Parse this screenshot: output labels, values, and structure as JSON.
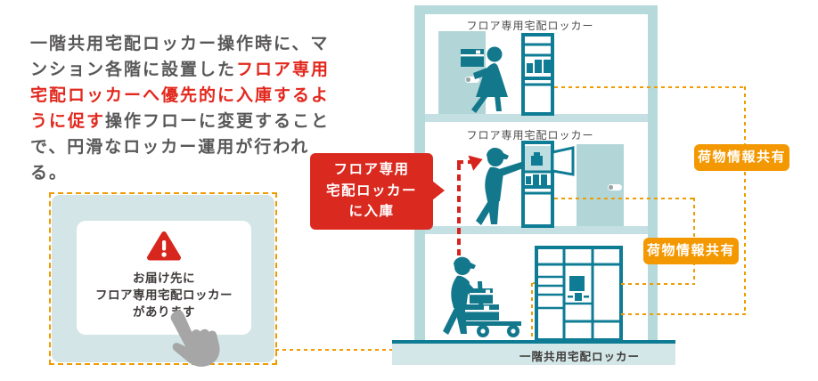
{
  "colors": {
    "teal": "#0e7c94",
    "light_teal": "#b6dadc",
    "pale_teal": "#d3e5e6",
    "orange": "#f39800",
    "red": "#da2a20",
    "text_gray": "#595757",
    "cursor_gray": "#a6a6a6"
  },
  "description": {
    "segments": [
      {
        "text": "一階共用宅配ロッカー操作時に、マンション各階に設置した",
        "emphasis": false
      },
      {
        "text": "フロア専用宅配ロッカーへ優先的に入庫するように促す",
        "emphasis": true
      },
      {
        "text": "操作フローに変更することで、円滑なロッカー運用が行われる。",
        "emphasis": false
      }
    ]
  },
  "screen_panel": {
    "icon": "warning-triangle-icon",
    "alert_lines": [
      "お届け先に",
      "フロア専用宅配ロッカー",
      "があります"
    ],
    "cursor": "hand-cursor-icon"
  },
  "callout": {
    "lines": [
      "フロア専用",
      "宅配ロッカー",
      "に入庫"
    ]
  },
  "building": {
    "floor3_locker_label": "フロア専用宅配ロッカー",
    "floor2_locker_label": "フロア専用宅配ロッカー",
    "ground_locker_label": "一階共用宅配ロッカー"
  },
  "badges": [
    {
      "label": "荷物情報共有"
    },
    {
      "label": "荷物情報共有"
    }
  ]
}
